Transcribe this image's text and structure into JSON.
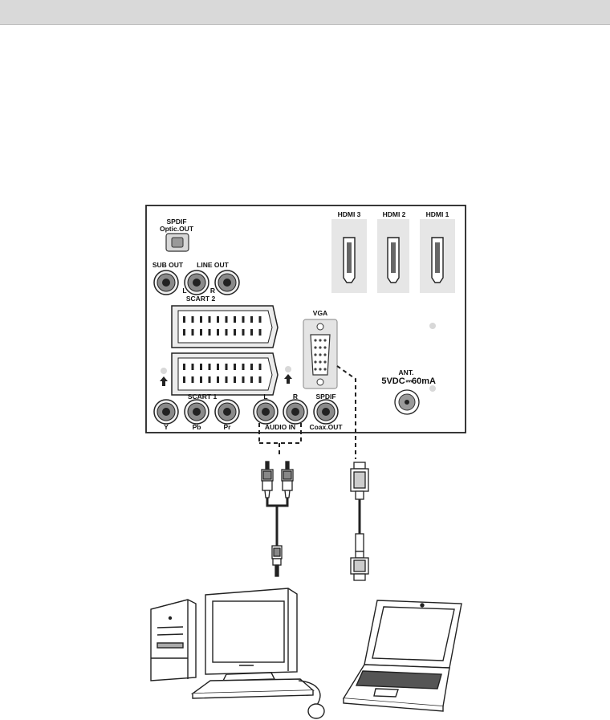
{
  "panel": {
    "spdif_optic": [
      "SPDIF",
      "Optic.OUT"
    ],
    "sub_out": "SUB OUT",
    "line_out": "LINE OUT",
    "line_l": "L",
    "line_r": "R",
    "scart2": "SCART 2",
    "scart1": "SCART 1",
    "vga": "VGA",
    "hdmi": [
      "HDMI 3",
      "HDMI 2",
      "HDMI 1"
    ],
    "ant": "ANT.",
    "power": "5VDC",
    "power_symbol": "⎓",
    "current": "60mA",
    "bottom_jacks": [
      "Y",
      "Pb",
      "Pr"
    ],
    "audio_l": "L",
    "audio_r": "R",
    "audio_in": "AUDIO IN",
    "spdif_coax": [
      "SPDIF",
      "Coax.OUT"
    ]
  },
  "icons": [
    "rca-jack-icon",
    "scart-connector-icon",
    "hdmi-port-icon",
    "vga-port-icon",
    "antenna-port-icon",
    "rca-cable-icon",
    "vga-cable-icon",
    "desktop-pc-icon",
    "laptop-icon"
  ],
  "colors": {
    "panel_border": "#222222",
    "jack_fill": "#7a7a7a",
    "port_bg": "#e6e6e6",
    "header_bar": "#d9d9d9"
  }
}
